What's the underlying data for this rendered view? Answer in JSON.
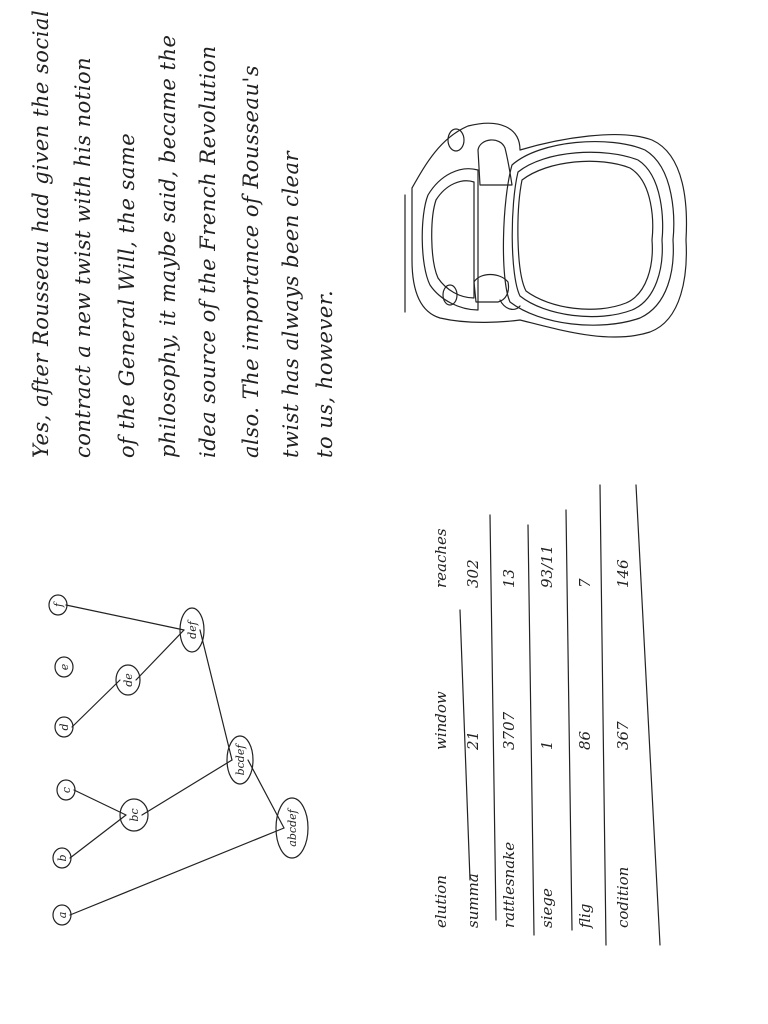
{
  "paragraph": {
    "lines": [
      "Yes, after Rousseau had given the social",
      "contract a new twist with his notion",
      "of the General Will, the same",
      "philosophy, it maybe said, became the",
      "idea source of the French Revolution",
      "also. The importance of Rousseau's",
      "twist has always been clear",
      "to us, however."
    ]
  },
  "tree": {
    "leaves": [
      "a",
      "b",
      "c",
      "d",
      "e",
      "f"
    ],
    "internal": [
      "bc",
      "de",
      "def",
      "bcdef",
      "abcdef"
    ]
  },
  "table": {
    "headers": [
      "elution",
      "window",
      "reaches"
    ],
    "rows": [
      [
        "summa",
        "21",
        "302"
      ],
      [
        "rattlesnake",
        "3707",
        "13"
      ],
      [
        "siege",
        "1",
        "93/11"
      ],
      [
        "flig",
        "86",
        "7"
      ],
      [
        "codition",
        "367",
        "146"
      ]
    ]
  },
  "sketch": {
    "subject": "skull-outline"
  }
}
